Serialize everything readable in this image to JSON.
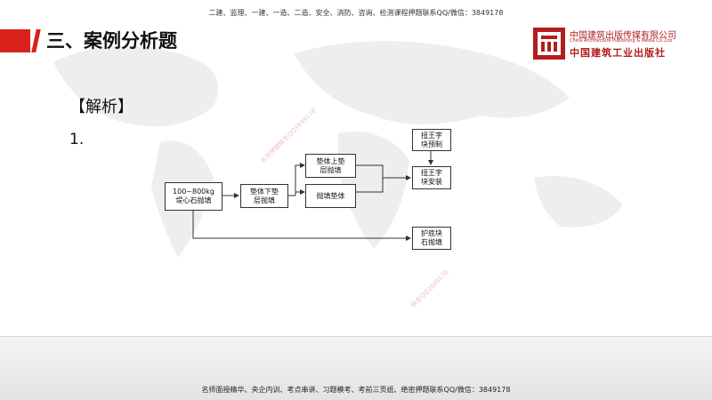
{
  "header": {
    "top_note": "二建、监理、一建、一造、二造、安全、消防、咨询、检测课程押题联系QQ/微信：3849178",
    "title": "三、案例分析题"
  },
  "logo": {
    "name_cn": "中国建筑出版传媒有限公司",
    "name_en": "China Architecture Publishing & Media Co.,Ltd",
    "name_sub": "中国建筑工业出版社"
  },
  "content": {
    "section_label": "【解析】",
    "item_number": "1."
  },
  "flowchart": {
    "nodes": {
      "start": [
        "100~800kg",
        "堤心石抛填"
      ],
      "lower": [
        "垫体下垫",
        "层抛填"
      ],
      "upper": [
        "垫体上垫",
        "层抛填"
      ],
      "fill": [
        "抛填垫体"
      ],
      "prefab": [
        "扭王字",
        "块预制"
      ],
      "install": [
        "扭王字",
        "块安装"
      ],
      "toe": [
        "护底块",
        "石抛填"
      ]
    }
  },
  "watermarks": [
    "名师押题联系QQ3849178",
    "联系QQ3849178"
  ],
  "footer": {
    "bottom_note": "名师面授精华、央企内训、考点串讲、习题模考、考前三页纸、绝密押题联系QQ/微信：3849178"
  },
  "colors": {
    "accent": "#d9221c",
    "brand": "#b01e1e"
  }
}
